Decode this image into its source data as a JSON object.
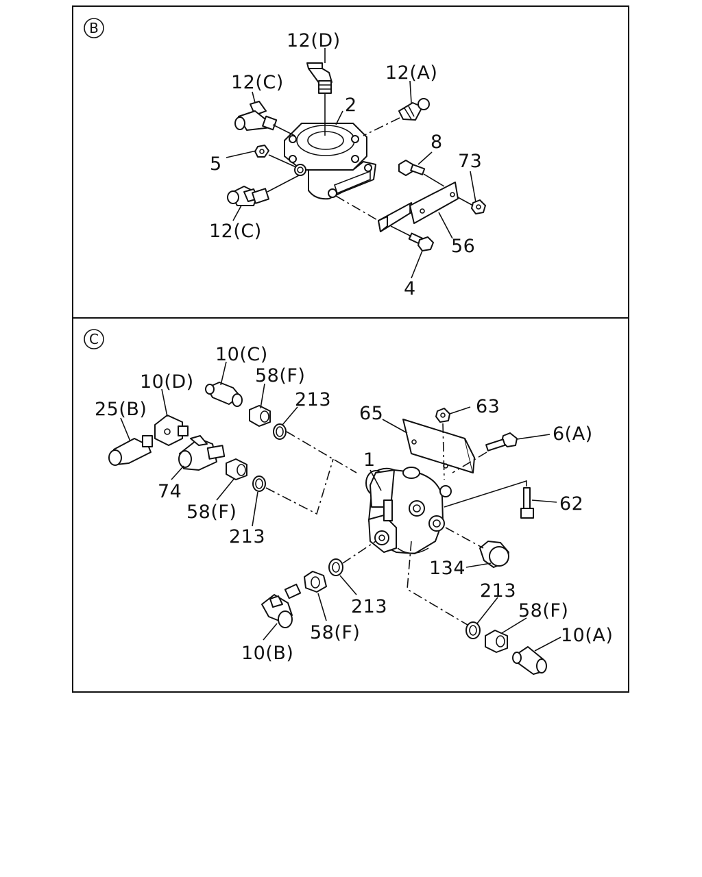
{
  "panel_b": {
    "marker": "B",
    "labels": {
      "p12d": "12(D)",
      "p12c_top": "12(C)",
      "p12a": "12(A)",
      "p2": "2",
      "p5": "5",
      "p8": "8",
      "p73": "73",
      "p12c_bottom": "12(C)",
      "p56": "56",
      "p4": "4"
    }
  },
  "panel_c": {
    "marker": "C",
    "labels": {
      "p10c": "10(C)",
      "p10d": "10(D)",
      "p58f_top": "58(F)",
      "p213_top": "213",
      "p25b": "25(B)",
      "p65": "65",
      "p63": "63",
      "p6a": "6(A)",
      "p1": "1",
      "p74": "74",
      "p58f_mid": "58(F)",
      "p213_mid": "213",
      "p62": "62",
      "p134": "134",
      "p213_right": "213",
      "p213_bottom": "213",
      "p58f_right": "58(F)",
      "p58f_bottom": "58(F)",
      "p10a": "10(A)",
      "p10b": "10(B)"
    }
  }
}
